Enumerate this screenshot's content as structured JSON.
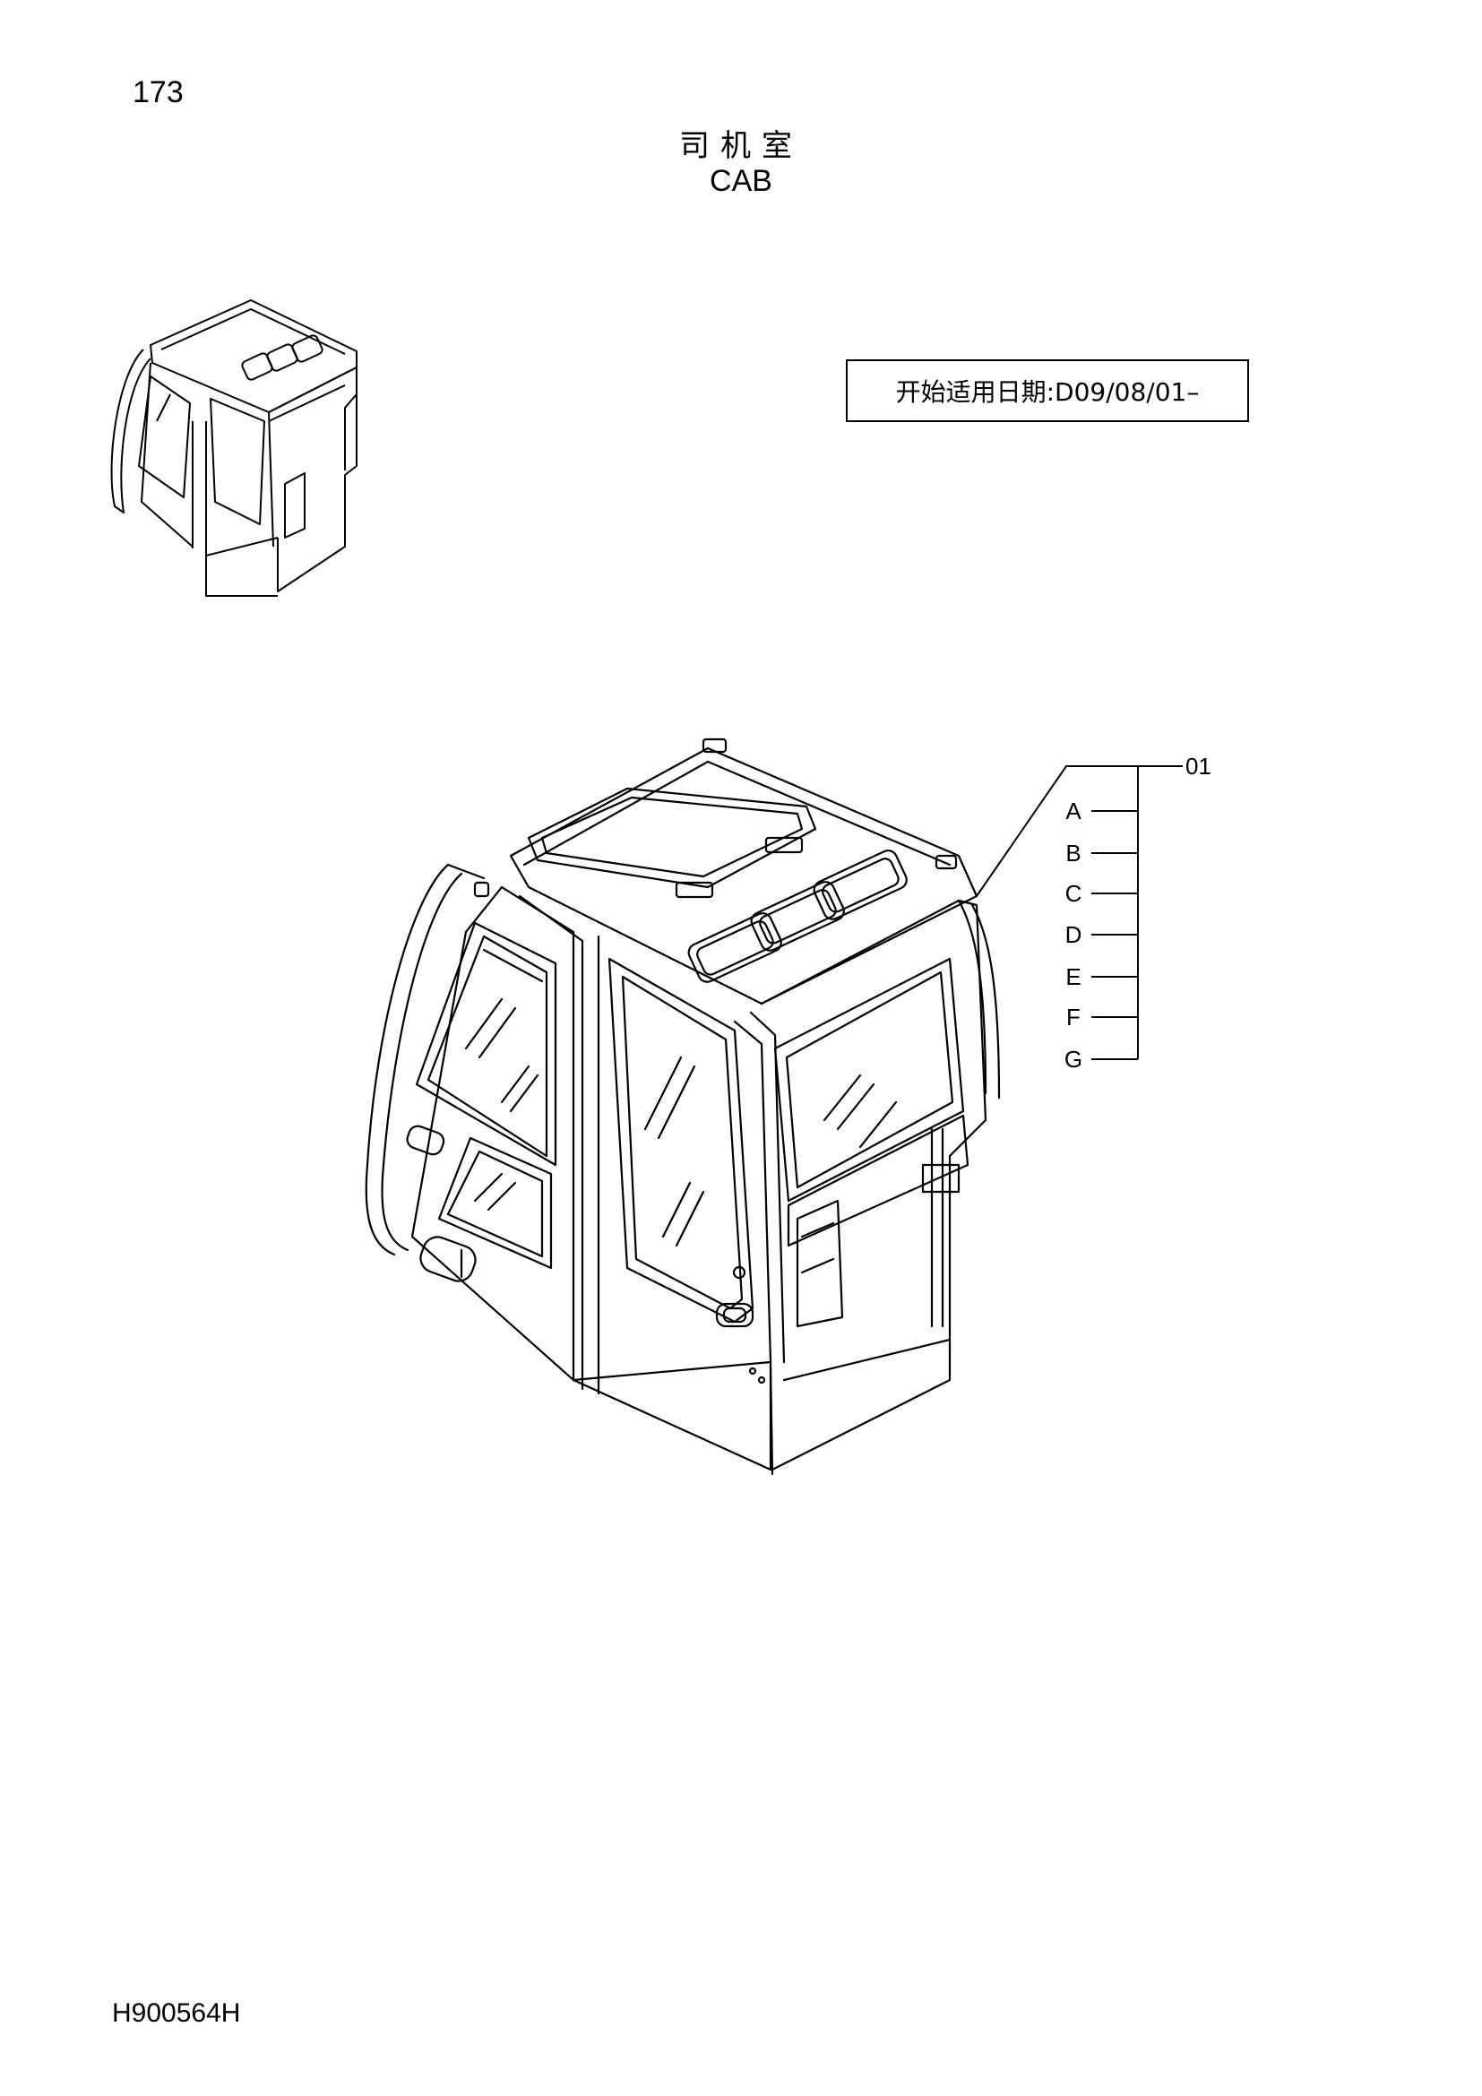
{
  "header": {
    "page_number": "173",
    "title_cn": "司机室",
    "title_en": "CAB"
  },
  "applicability": {
    "text": "开始适用日期:D09/08/01–"
  },
  "callout": {
    "part_number": "01",
    "variants": [
      "A",
      "B",
      "C",
      "D",
      "E",
      "F",
      "G"
    ]
  },
  "footer": {
    "doc_code": "H900564H"
  }
}
